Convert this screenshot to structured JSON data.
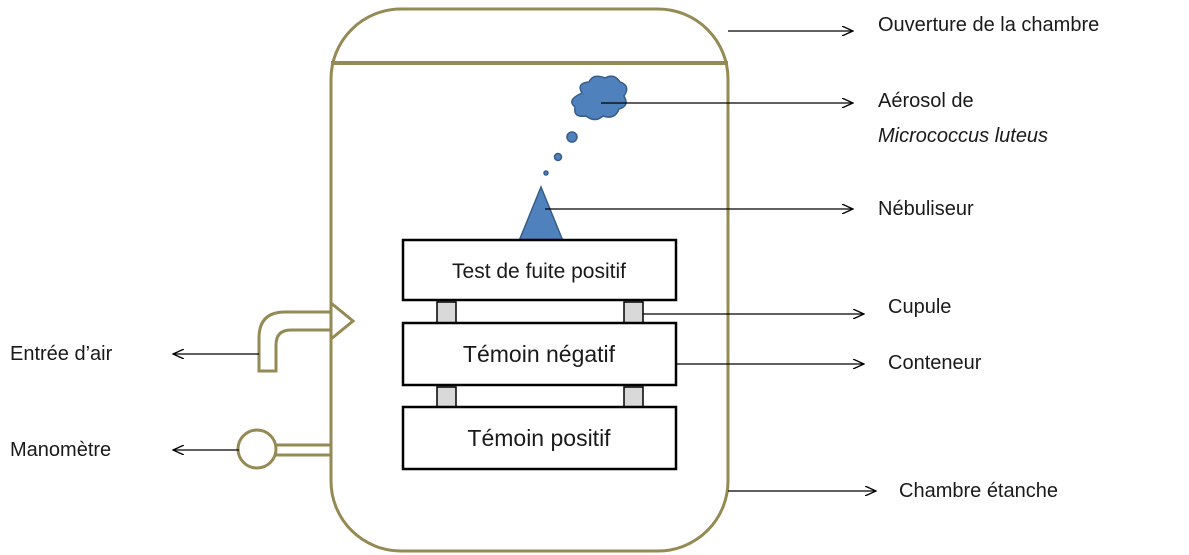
{
  "labels": {
    "ouverture": "Ouverture de la chambre",
    "aerosol_line1": "Aérosol de",
    "aerosol_line2": "Micrococcus luteus",
    "nebuliseur": "Nébuliseur",
    "cupule": "Cupule",
    "conteneur": "Conteneur",
    "chambre": "Chambre étanche",
    "entree_air": "Entrée d’air",
    "manometre": "Manomètre"
  },
  "boxes": {
    "test_fuite": "Test de fuite positif",
    "temoin_negatif": "Témoin négatif",
    "temoin_positif": "Témoin positif"
  },
  "colors": {
    "chamber": "#948A54",
    "aerosol": "#4F81BD"
  }
}
